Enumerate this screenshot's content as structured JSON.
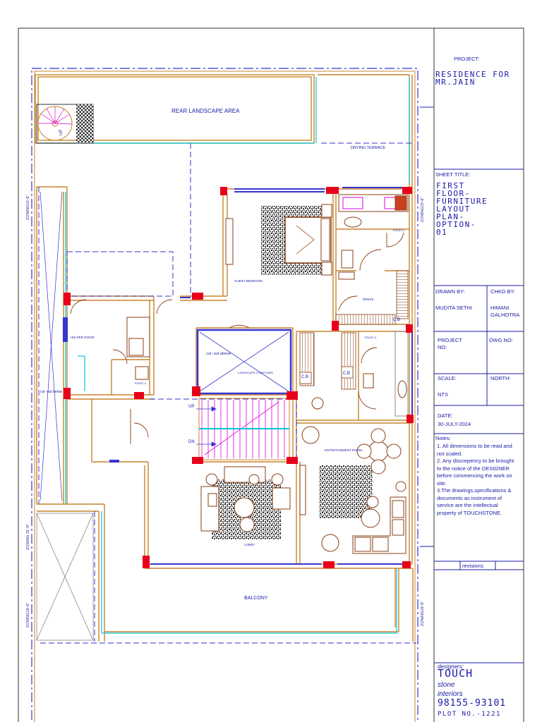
{
  "title_block": {
    "project_label": "PROJECT:",
    "project_name": "RESIDENCE FOR MR.JAIN",
    "sheet_title_label": "SHEET TITLE:",
    "sheet_title": "FIRST FLOOR- FURNITURE LAYOUT PLAN- OPTION-01",
    "drawn_by_label": "DRAWN BY:",
    "drawn_by": "MUDITA SETHI",
    "checked_by_label": "CHKD BY:",
    "checked_by": "HIMANI GALHOTRA",
    "project_no_label": "PROJECT NO:",
    "dwg_no_label": "DWG NO:",
    "scale_label": "SCALE:",
    "scale": "NTS",
    "north_label": "NORTH:",
    "date_label": "DATE:",
    "date": "30-JULY-2024",
    "notes_label": "Notes:",
    "notes": "1. All dimensions to be read and not scaled.\n2. Any discrepency to be brought to the notice of the DESIGNER before commencing the work on site.\n3.The drawings,specifications & documents as instrument of service are the intellectual property of TOUCHSTONE.",
    "revisions_label": "revisions:",
    "designer_label": "designers:",
    "designer_name_1": "TOUCH",
    "designer_name_2": "stone",
    "designer_name_3": "interiors",
    "phone": "98155-93101",
    "plot": "PLOT NO.-1221"
  },
  "rooms": {
    "rear_landscape": "REAR LANDSCAPE AREA",
    "drying_terrace": "DRYING TERRACE",
    "guest_bedroom": "GUEST BEDROOM",
    "dress": "DRESS",
    "toilet_1": "TOILET-1",
    "toilet_2": "TOILET-2",
    "toilet_3": "TOILET-3",
    "helper_room": "HELPER ROOM",
    "cut_out_above": "cut -out above",
    "cut_out_below": "cut -out below",
    "landscape_courtyard": "LANDSCAPE COURTYARD",
    "entertainment_room": "ENTERTAINMENT ROOM",
    "lobby": "LOBBY",
    "balcony": "BALCONY",
    "cb": "C.B",
    "up": "UP",
    "dn": "DN",
    "up_small": "UP"
  },
  "zoning": {
    "left_top": "ZONING15'-6\"",
    "left_mid": "ZONING 31'-6\"",
    "left_bot": "ZONING16'-6\"",
    "right_top": "ZONING15'-6\"",
    "right_bot": "ZONING16'-6\""
  },
  "colors": {
    "wall": "#c8842c",
    "blue": "#3535d0",
    "ink": "#1a1aa8",
    "column": "#e8001a",
    "stair": "#e000e0",
    "cyan": "#00c8d8",
    "furniture": "#8a3f14",
    "carpet": "#333333"
  }
}
